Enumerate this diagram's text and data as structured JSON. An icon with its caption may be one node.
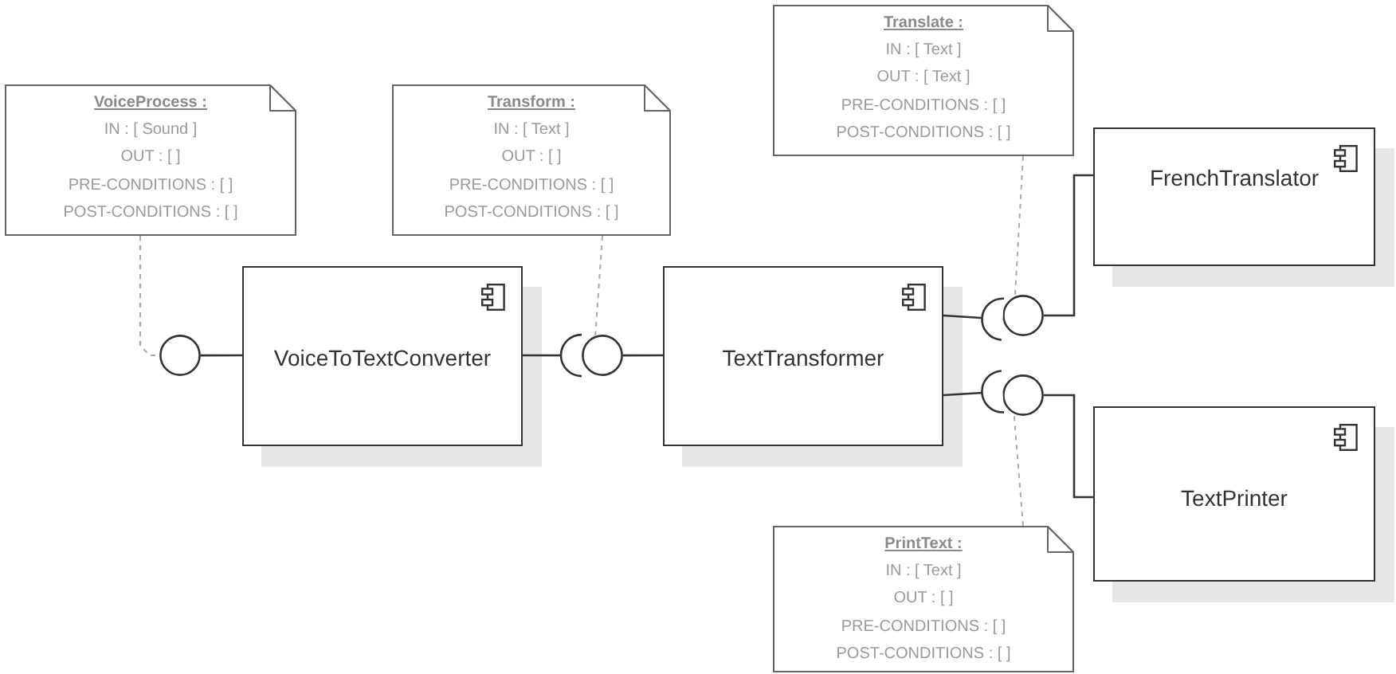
{
  "diagram": {
    "nodes": [
      {
        "text": [
          "VoiceProcess :",
          "IN : [ Sound ]",
          "OUT : [ ]",
          "PRE-CONDITIONS : [ ]",
          "POST-CONDITIONS : [ ]"
        ]
      },
      {
        "text": [
          "Transform :",
          "IN : [ Text ]",
          "OUT : [ ]",
          "PRE-CONDITIONS : [ ]",
          "POST-CONDITIONS : [ ]"
        ]
      },
      {
        "text": [
          "Translate :",
          "IN : [ Text ]",
          "OUT : [ Text ]",
          "PRE-CONDITIONS : [ ]",
          "POST-CONDITIONS : [ ]"
        ]
      },
      {
        "text": [
          "VoiceToTextConverter"
        ]
      },
      {
        "text": [
          "TextTransformer"
        ]
      },
      {
        "text": [
          "FrenchTranslator"
        ]
      },
      {
        "text": [
          "TextPrinter"
        ]
      },
      {
        "text": [
          "PrintText :",
          "IN : [ Text ]",
          "OUT : [ ]",
          "PRE-CONDITIONS : [ ]",
          "POST-CONDITIONS : [ ]"
        ]
      },
      {
        "text": [],
        "shape": "circle"
      },
      {
        "text": [],
        "shape": "circle"
      },
      {
        "text": [],
        "shape": "circle"
      },
      {
        "text": [],
        "shape": "circle"
      }
    ],
    "edges": [
      {
        "from": 3,
        "to": 8,
        "arrow": "none"
      },
      {
        "from": 3,
        "to": 9,
        "arrow": "other"
      },
      {
        "from": 4,
        "to": 9,
        "arrow": "none"
      },
      {
        "from": 4,
        "to": 10,
        "arrow": "other"
      },
      {
        "from": 5,
        "to": 10,
        "arrow": "none"
      },
      {
        "from": 4,
        "to": 11,
        "arrow": "other"
      },
      {
        "from": 6,
        "to": 11,
        "arrow": "none"
      },
      {
        "from": 0,
        "to": 8,
        "arrow": "none",
        "style": "dashed",
        "color": "#aaaaaa"
      },
      {
        "from": 1,
        "to": 9,
        "arrow": "none",
        "style": "dashed",
        "color": "#aaaaaa"
      },
      {
        "from": 2,
        "to": 10,
        "arrow": "none",
        "style": "dashed",
        "color": "#aaaaaa"
      },
      {
        "from": 7,
        "to": 11,
        "arrow": "none",
        "style": "dashed",
        "color": "#aaaaaa"
      }
    ]
  }
}
